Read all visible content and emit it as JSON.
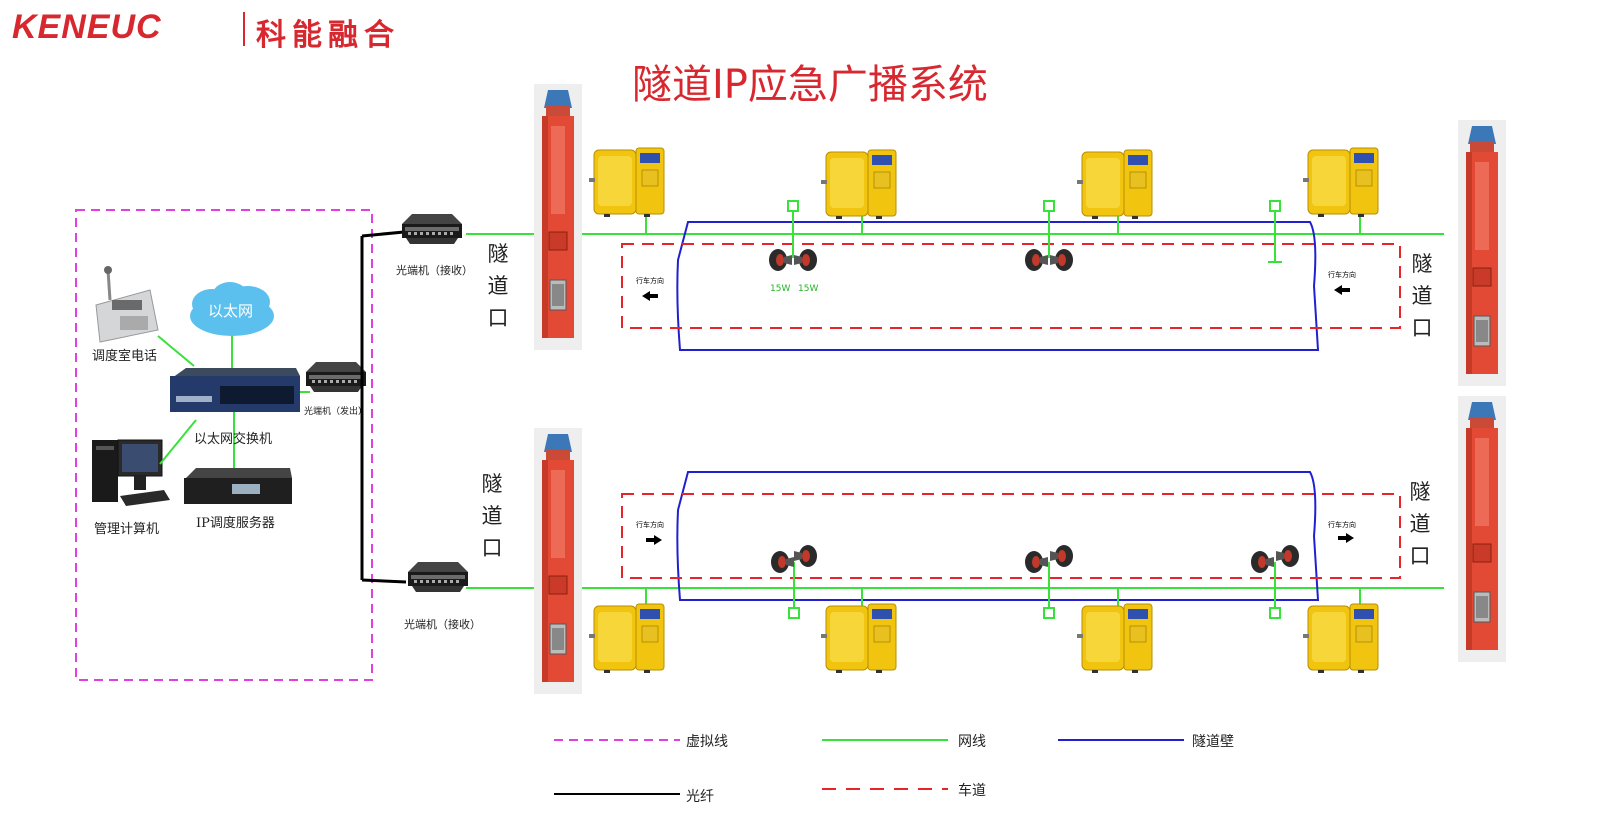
{
  "brand": {
    "logo_text": "KENEUC",
    "cn_name": "科能融合"
  },
  "title": "隧道IP应急广播系统",
  "control_room": {
    "dispatch_phone": "调度室电话",
    "ethernet_cloud": "以太网",
    "ethernet_switch": "以太网交换机",
    "mgmt_computer": "管理计算机",
    "ip_server": "IP调度服务器",
    "optical_tx": "光端机（发出）"
  },
  "tunnel_top": {
    "optical_rx": "光端机（接收）",
    "entrance_left": "隧道口",
    "entrance_right": "隧道口",
    "direction_label": "行车方向",
    "speaker_power": [
      "15W",
      "15W"
    ]
  },
  "tunnel_bottom": {
    "optical_rx": "光端机（接收）",
    "entrance_left": "隧道口",
    "entrance_right": "隧道口",
    "direction_label": "行车方向"
  },
  "legend": {
    "virtual_line": "虚拟线",
    "network_cable": "网线",
    "tunnel_wall": "隧道壁",
    "fiber": "光纤",
    "lane": "车道"
  },
  "colors": {
    "brand_red": "#d7282f",
    "virtual_line": "#e040e0",
    "network_cable": "#39e23a",
    "tunnel_wall": "#2020d0",
    "fiber": "#000000",
    "lane": "#e8242a",
    "phone_yellow": "#f1c40f",
    "pillar_red": "#e24a36"
  }
}
